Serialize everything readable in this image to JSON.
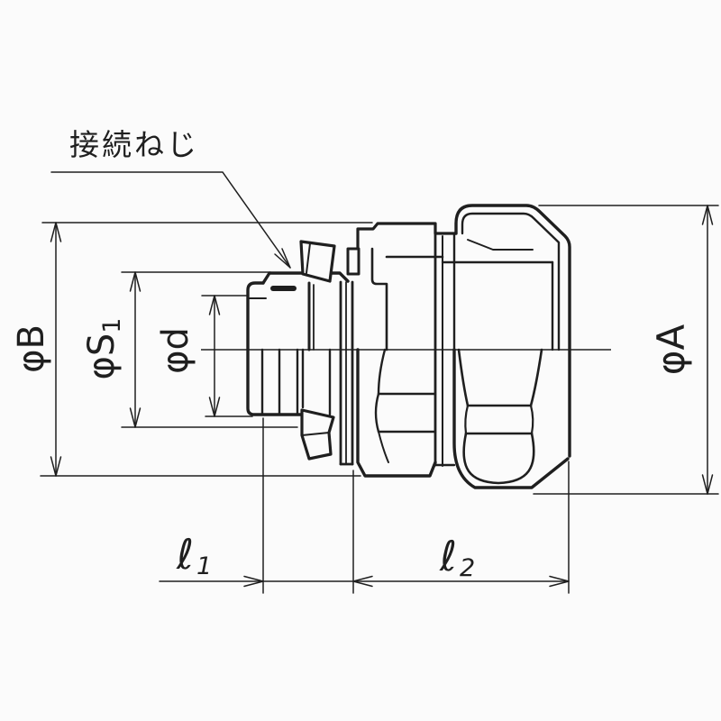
{
  "figure": {
    "background": "#fbfbfb",
    "line_color": "#1f1f1f"
  },
  "annotation": {
    "connection_thread": "接続ねじ"
  },
  "dimensions": {
    "phi_b": "φB",
    "phi_s": {
      "base": "φS",
      "sub": "1"
    },
    "phi_d": "φd",
    "phi_a": "φA",
    "l1": {
      "base": "ℓ",
      "sub": "1"
    },
    "l2": {
      "base": "ℓ",
      "sub": "2"
    }
  }
}
